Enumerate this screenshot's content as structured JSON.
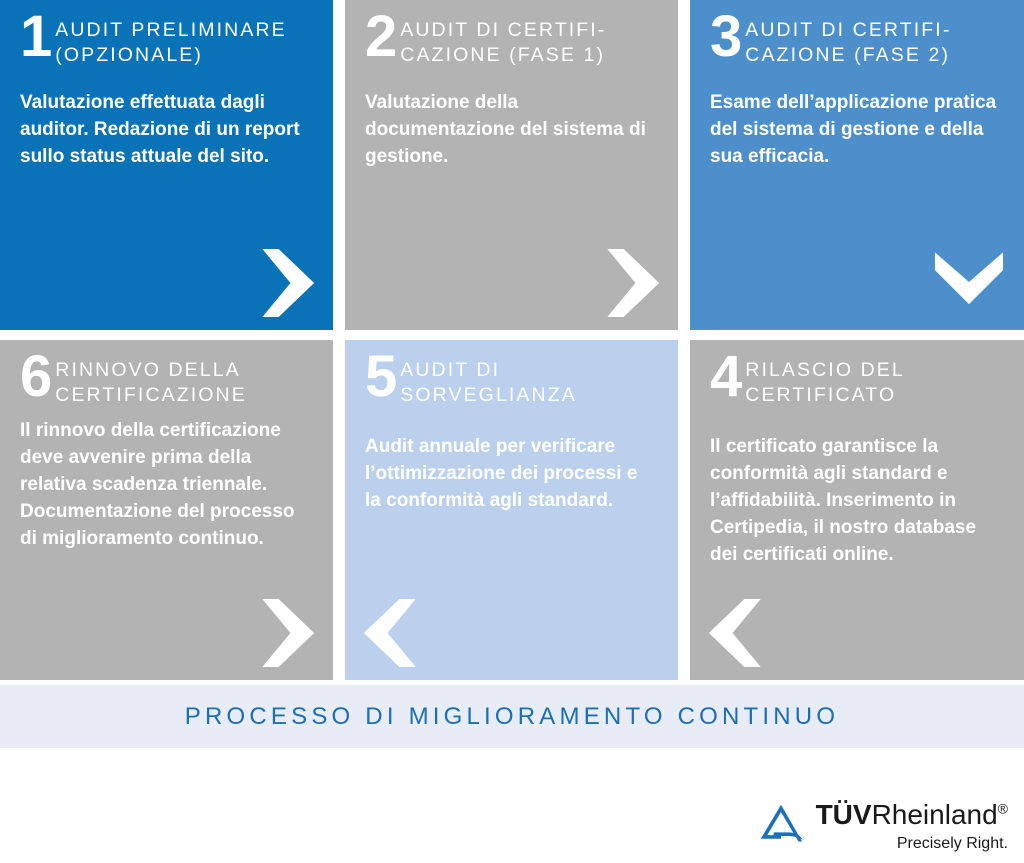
{
  "colors": {
    "blue_dark": "#0a72b6",
    "blue_mid": "#4c8fcb",
    "blue_light": "#bad0ec",
    "gray": "#b3b3b3",
    "process_bar_bg": "#e8ecf7",
    "process_bar_text": "#1a6fb5"
  },
  "steps": [
    {
      "number": "1",
      "title": "AUDIT PRELIMINARE\n(OPZIONALE)",
      "body": "Valutazione effettuata dagli auditor. Redazione di un report sullo status attuale del sito.",
      "arrow": "chevron-right"
    },
    {
      "number": "2",
      "title": "AUDIT DI CERTIFI-\nCAZIONE (FASE 1)",
      "body": "Valutazione della documentazione del sistema di gestione.",
      "arrow": "chevron-right"
    },
    {
      "number": "3",
      "title": "AUDIT DI CERTIFI-\nCAZIONE (FASE 2)",
      "body": "Esame dell’applicazione pratica del sistema di gestione e della sua efficacia.",
      "arrow": "chevron-down"
    },
    {
      "number": "6",
      "title": "RINNOVO DELLA\nCERTIFICAZIONE",
      "body": "Il rinnovo della certificazione deve avvenire prima della relativa scadenza triennale. Documentazione del processo di miglioramento continuo.",
      "arrow": "chevron-right"
    },
    {
      "number": "5",
      "title": "AUDIT DI\nSORVEGLIANZA",
      "body": "Audit annuale per verificare l’ottimizzazione dei processi e la conformità agli standard.",
      "arrow": "chevron-left"
    },
    {
      "number": "4",
      "title": "RILASCIO DEL\nCERTIFICATO",
      "body": "Il certificato garantisce la conformità agli standard e l’affidabilità. Inserimento in Certipedia, il nostro database dei certificati online.",
      "arrow": "chevron-left"
    }
  ],
  "process_bar": {
    "label": "PROCESSO DI MIGLIORAMENTO CONTINUO"
  },
  "logo": {
    "brand_bold": "TÜV",
    "brand_rest": "Rheinland",
    "registered": "®",
    "tagline": "Precisely Right.",
    "mark": "triangle-swoosh-icon"
  }
}
